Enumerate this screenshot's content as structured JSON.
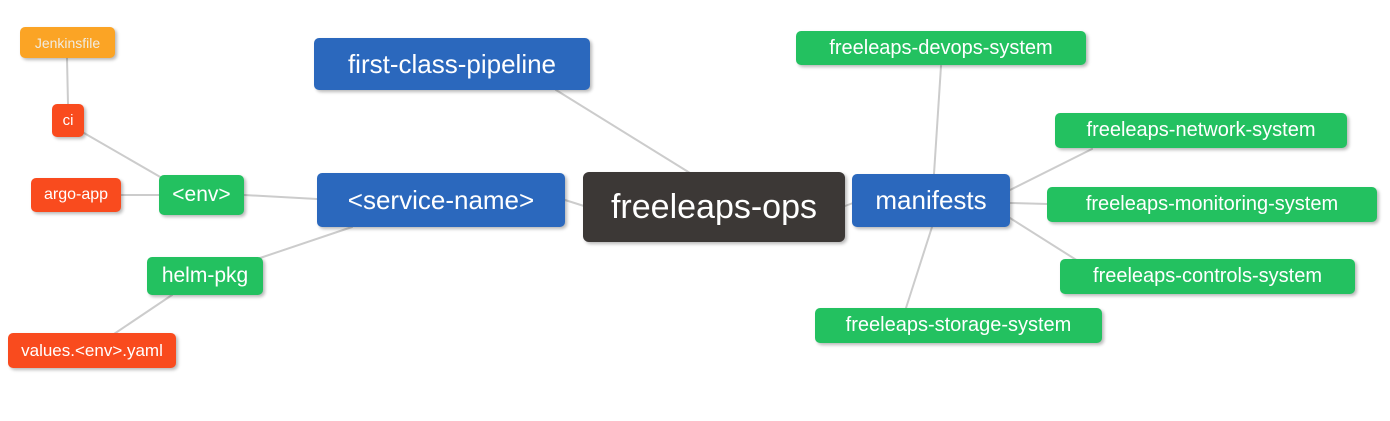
{
  "diagram": {
    "type": "mindmap",
    "nodes": {
      "root": {
        "label": "freeleaps-ops"
      },
      "first_class_pipeline": {
        "label": "first-class-pipeline"
      },
      "service_name": {
        "label": "<service-name>"
      },
      "env": {
        "label": "<env>"
      },
      "ci": {
        "label": "ci"
      },
      "jenkinsfile": {
        "label": "Jenkinsfile"
      },
      "argo_app": {
        "label": "argo-app"
      },
      "helm_pkg": {
        "label": "helm-pkg"
      },
      "values_env_yaml": {
        "label": "values.<env>.yaml"
      },
      "manifests": {
        "label": "manifests"
      },
      "devops_system": {
        "label": "freeleaps-devops-system"
      },
      "network_system": {
        "label": "freeleaps-network-system"
      },
      "monitoring_system": {
        "label": "freeleaps-monitoring-system"
      },
      "controls_system": {
        "label": "freeleaps-controls-system"
      },
      "storage_system": {
        "label": "freeleaps-storage-system"
      }
    },
    "edges": [
      {
        "from": "jenkinsfile",
        "to": "ci"
      },
      {
        "from": "ci",
        "to": "env"
      },
      {
        "from": "argo_app",
        "to": "env"
      },
      {
        "from": "env",
        "to": "service_name"
      },
      {
        "from": "helm_pkg",
        "to": "service_name"
      },
      {
        "from": "values_env_yaml",
        "to": "helm_pkg"
      },
      {
        "from": "service_name",
        "to": "root"
      },
      {
        "from": "first_class_pipeline",
        "to": "root"
      },
      {
        "from": "root",
        "to": "manifests"
      },
      {
        "from": "manifests",
        "to": "devops_system"
      },
      {
        "from": "manifests",
        "to": "network_system"
      },
      {
        "from": "manifests",
        "to": "monitoring_system"
      },
      {
        "from": "manifests",
        "to": "controls_system"
      },
      {
        "from": "manifests",
        "to": "storage_system"
      }
    ],
    "colors": {
      "blue": "#2b68bd",
      "green": "#23c160",
      "red": "#f94b1e",
      "orange": "#fba425",
      "dark": "#3c3836",
      "edge": "#cccccc",
      "background": "#ffffff",
      "text": "#ffffff"
    }
  }
}
